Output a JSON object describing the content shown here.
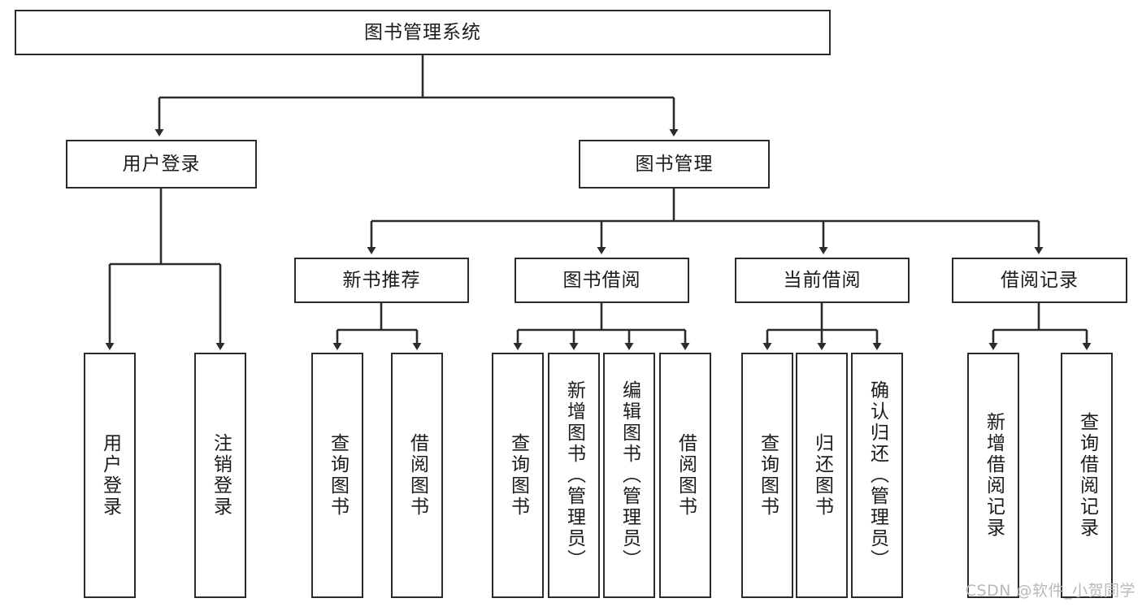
{
  "diagram": {
    "type": "tree-hierarchy-chart",
    "title": "图书管理系统",
    "style": {
      "line_color": "#2b2b2b",
      "box_fill": "#ffffff",
      "text_color": "#1b1b1b",
      "watermark_color": "#b9b9b9"
    },
    "levels": {
      "root": {
        "label": "图书管理系统"
      },
      "level2": [
        {
          "label": "用户登录"
        },
        {
          "label": "图书管理"
        }
      ],
      "level3": [
        {
          "label": "新书推荐"
        },
        {
          "label": "图书借阅"
        },
        {
          "label": "当前借阅"
        },
        {
          "label": "借阅记录"
        }
      ]
    },
    "leaves": {
      "user_login": [
        {
          "label": "用户登录"
        },
        {
          "label": "注销登录"
        }
      ],
      "new_book_recommend": [
        {
          "label": "查询图书"
        },
        {
          "label": "借阅图书"
        }
      ],
      "book_borrow": [
        {
          "label": "查询图书"
        },
        {
          "label": "新增图书（管理员）"
        },
        {
          "label": "编辑图书（管理员）"
        },
        {
          "label": "借阅图书"
        }
      ],
      "current_borrow": [
        {
          "label": "查询图书"
        },
        {
          "label": "归还图书"
        },
        {
          "label": "确认归还（管理员）"
        }
      ],
      "borrow_record": [
        {
          "label": "新增借阅记录"
        },
        {
          "label": "查询借阅记录"
        }
      ]
    }
  },
  "watermark": {
    "text": "CSDN @软件_小贺同学"
  }
}
